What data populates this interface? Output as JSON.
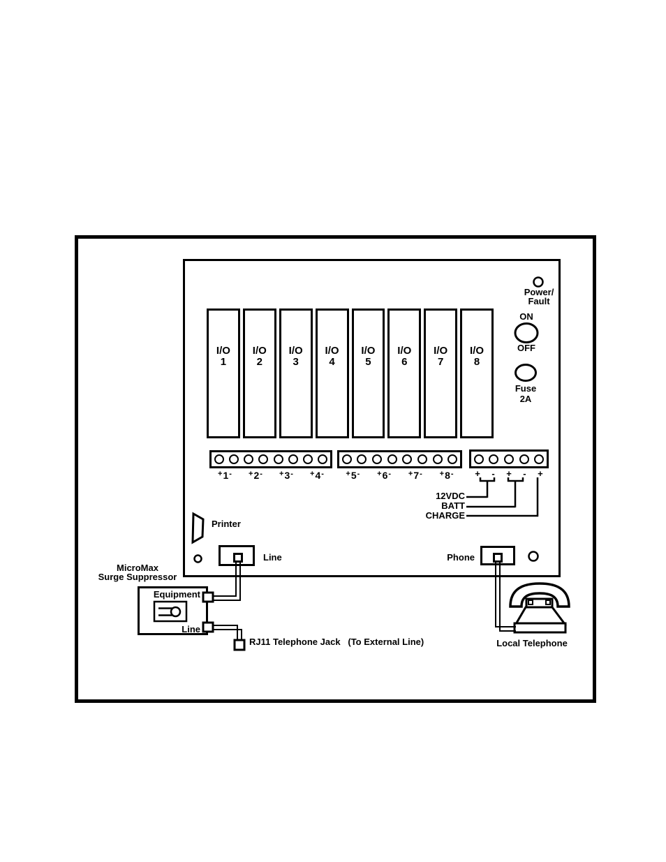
{
  "diagram": {
    "panel": {
      "io_label": "I/O",
      "io_slots": [
        "1",
        "2",
        "3",
        "4",
        "5",
        "6",
        "7",
        "8"
      ],
      "indicators": {
        "power_fault_line1": "Power/",
        "power_fault_line2": "Fault",
        "switch_on": "ON",
        "switch_off": "OFF",
        "fuse_line1": "Fuse",
        "fuse_line2": "2A"
      },
      "terminal_strip_1": {
        "circle_count": 8,
        "plus": "+",
        "minus": "-",
        "pair_labels": [
          "1",
          "2",
          "3",
          "4"
        ]
      },
      "terminal_strip_2": {
        "circle_count": 8,
        "plus": "+",
        "minus": "-",
        "pair_labels": [
          "5",
          "6",
          "7",
          "8"
        ]
      },
      "terminal_strip_3": {
        "circle_count": 5,
        "sign_labels": [
          "+",
          "-",
          "+",
          "-",
          "+"
        ]
      },
      "power_labels": [
        "12VDC",
        "BATT",
        "CHARGE"
      ],
      "printer_label": "Printer",
      "line_jack_label": "Line",
      "phone_jack_label": "Phone"
    },
    "suppressor": {
      "title_line1": "MicroMax",
      "title_line2": "Surge Suppressor",
      "equipment_label": "Equipment",
      "line_label": "Line"
    },
    "rj11_label": "RJ11 Telephone Jack   (To External Line)",
    "local_telephone_label": "Local Telephone",
    "colors": {
      "ink": "#000000",
      "background": "#ffffff"
    }
  }
}
